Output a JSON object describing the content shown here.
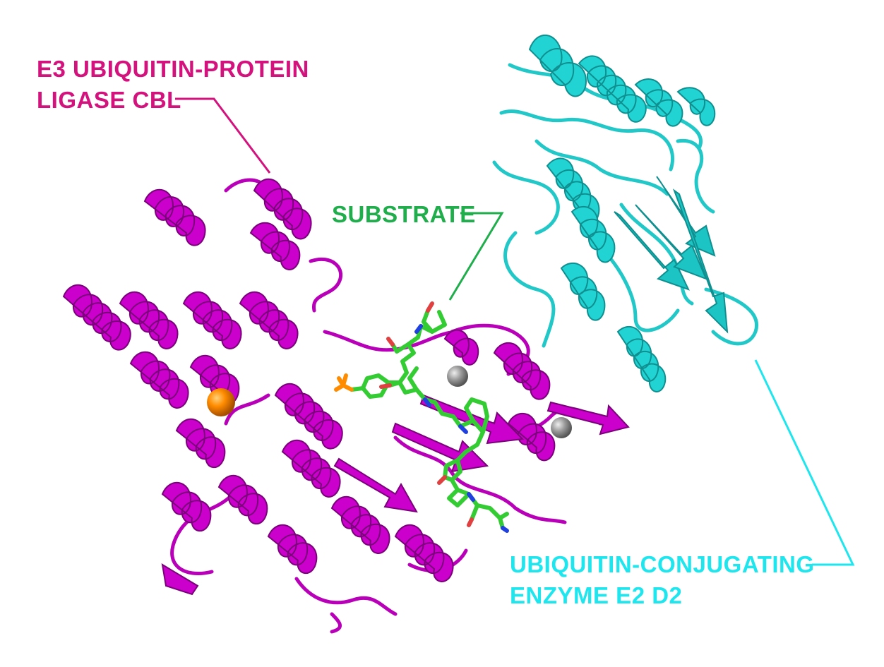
{
  "labels": {
    "e3_line1": "E3 UBIQUITIN-PROTEIN",
    "e3_line2": "LIGASE CBL",
    "substrate": "SUBSTRATE",
    "e2_line1": "UBIQUITIN-CONJUGATING",
    "e2_line2": "ENZYME E2 D2"
  },
  "colors": {
    "e3_label": "#d4127d",
    "e3_protein": "#cc00cc",
    "e3_protein_dark": "#8a008a",
    "substrate": "#1fae4b",
    "substrate_stick": "#33cc33",
    "e2_label": "#1ee6ee",
    "e2_protein": "#22d3d3",
    "e2_protein_dark": "#0f9a9a",
    "metal_ion": "#ff8c00",
    "zinc_ion": "#9a9a9a"
  }
}
